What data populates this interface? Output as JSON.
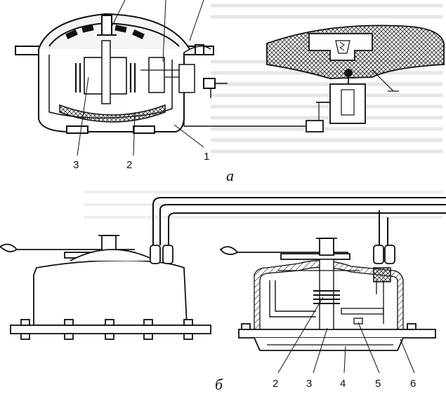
{
  "figure_a": {
    "caption": "а",
    "labels": {
      "l3": "3",
      "l2": "2",
      "l1": "1"
    }
  },
  "figure_b": {
    "caption": "б",
    "labels": {
      "l2": "2",
      "l3": "3",
      "l4": "4",
      "l5": "5",
      "l6": "6"
    }
  }
}
